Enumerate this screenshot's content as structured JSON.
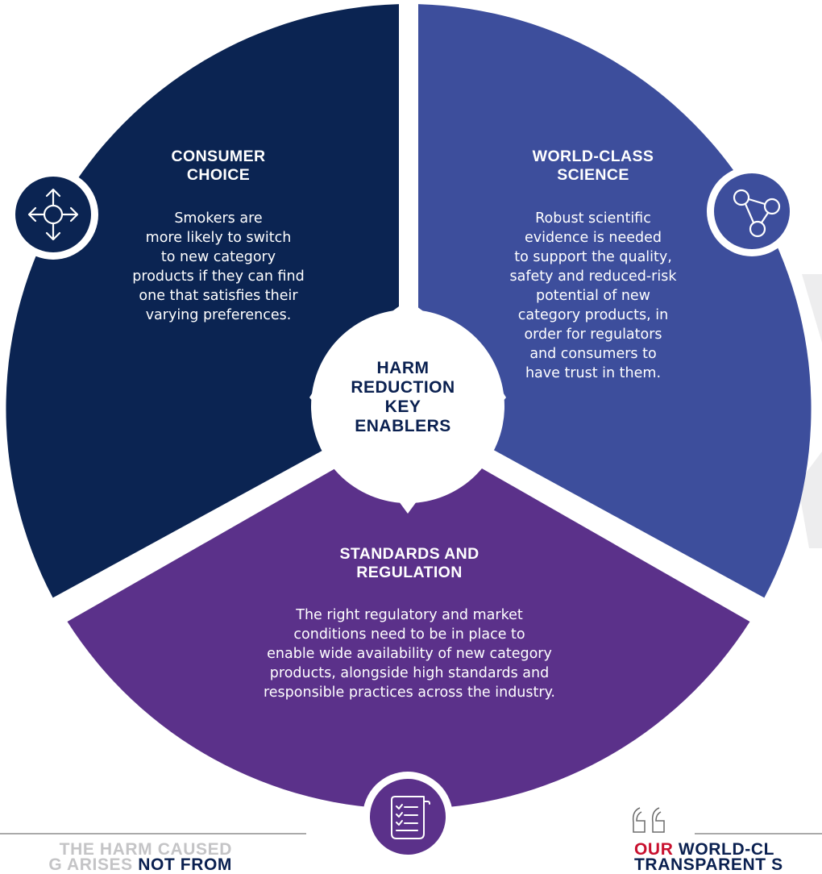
{
  "diagram": {
    "center_label": "HARM\nREDUCTION\nKEY\nENABLERS",
    "segments": [
      {
        "id": "consumer-choice",
        "title": "CONSUMER\nCHOICE",
        "body": "Smokers are\nmore likely to switch\nto new category\nproducts if they can find\none that satisfies their\nvarying preferences.",
        "color": "#0b2452",
        "icon": "move-arrows-icon"
      },
      {
        "id": "world-class-science",
        "title": "WORLD-CLASS\nSCIENCE",
        "body": "Robust scientific\nevidence is needed\nto support the quality,\nsafety and reduced-risk\npotential of new\ncategory products, in\norder for regulators\nand consumers to\nhave trust in them.",
        "color": "#3d4e9c",
        "icon": "molecule-icon"
      },
      {
        "id": "standards-regulation",
        "title": "STANDARDS AND\nREGULATION",
        "body": "The right regulatory and market\nconditions need to be in place to\nenable wide availability of new category\nproducts, alongside high standards and\nresponsible practices across the industry.",
        "color": "#5b318a",
        "icon": "checklist-scroll-icon"
      }
    ]
  },
  "quotes": {
    "left": {
      "line1_grey": "THE HARM CAUSED",
      "line2_grey": "G ARISES ",
      "line2_navy": "NOT FROM"
    },
    "right": {
      "line1_red": "OUR ",
      "line1_navy": "WORLD-CL",
      "line2_navy": "TRANSPARENT S"
    }
  }
}
